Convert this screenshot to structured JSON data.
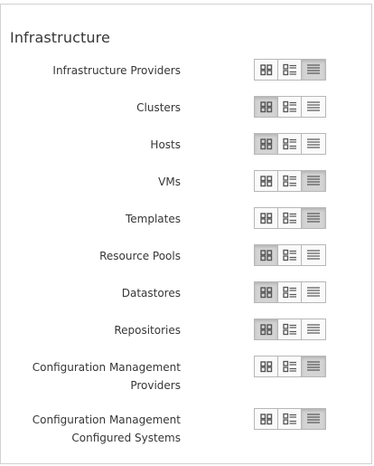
{
  "section": {
    "title": "Infrastructure",
    "rows": [
      {
        "label": "Infrastructure Providers",
        "active_view": "list"
      },
      {
        "label": "Clusters",
        "active_view": "grid"
      },
      {
        "label": "Hosts",
        "active_view": "grid"
      },
      {
        "label": "VMs",
        "active_view": "list"
      },
      {
        "label": "Templates",
        "active_view": "list"
      },
      {
        "label": "Resource Pools",
        "active_view": "grid"
      },
      {
        "label": "Datastores",
        "active_view": "grid"
      },
      {
        "label": "Repositories",
        "active_view": "grid"
      },
      {
        "label": "Configuration Management\nProviders",
        "active_view": "list"
      },
      {
        "label": "Configuration Management\nConfigured Systems",
        "active_view": "list"
      }
    ],
    "view_options": [
      {
        "key": "grid",
        "icon": "grid-view-icon"
      },
      {
        "key": "tile",
        "icon": "tile-view-icon"
      },
      {
        "key": "list",
        "icon": "list-view-icon"
      }
    ]
  }
}
